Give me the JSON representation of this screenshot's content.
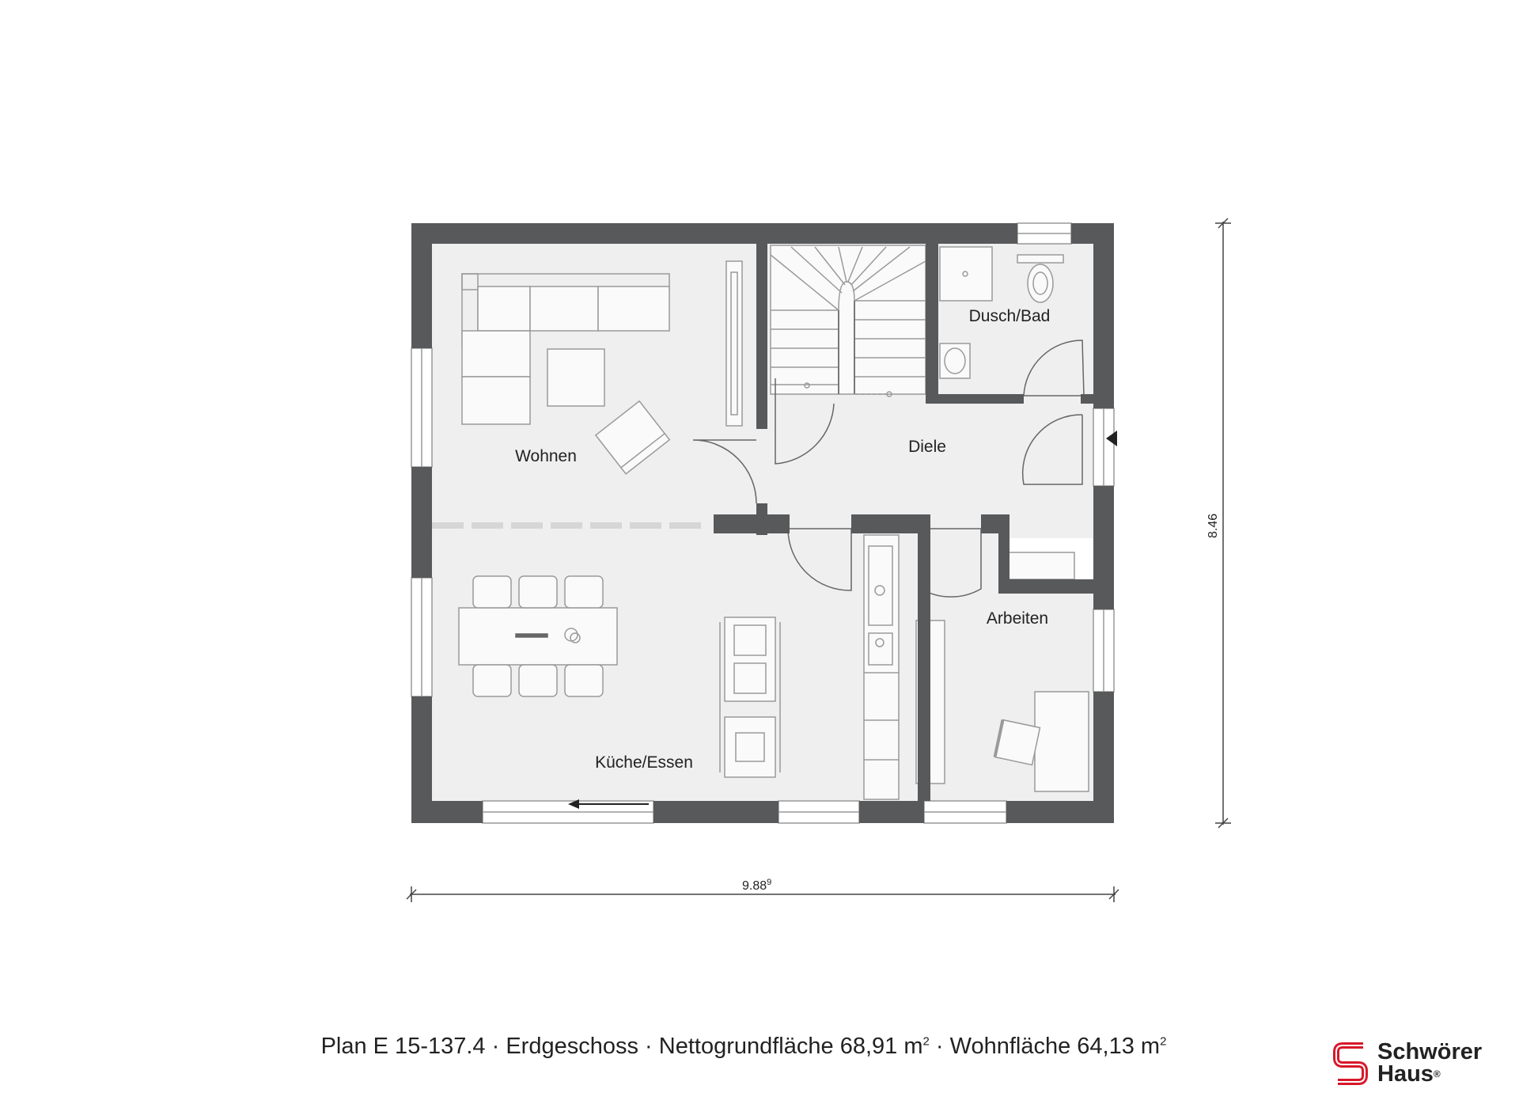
{
  "rooms": {
    "wohnen": "Wohnen",
    "diele": "Diele",
    "dusch_bad": "Dusch/Bad",
    "arbeiten": "Arbeiten",
    "kueche_essen": "Küche/Essen"
  },
  "dimensions": {
    "width_main": "9.88",
    "width_sup": "9",
    "height": "8.46"
  },
  "caption": {
    "plan": "Plan E 15-137.4",
    "sep": " · ",
    "floor": "Erdgeschoss",
    "net_label": "Nettogrundfläche 68,91 m",
    "net_sup": "2",
    "living_label": "Wohnfläche 64,13 m",
    "living_sup": "2"
  },
  "logo": {
    "line1": "Schwörer",
    "line2": "Haus",
    "reg": "®"
  },
  "colors": {
    "wall": "#58595b",
    "floor": "#efefef",
    "furniture_line": "#9a9a9a",
    "logo_red": "#d7182a"
  }
}
